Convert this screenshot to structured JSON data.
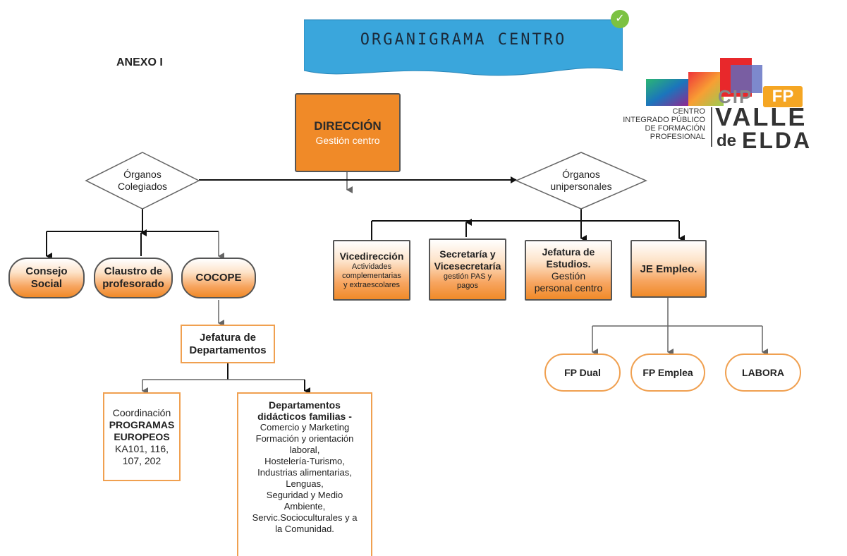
{
  "banner": {
    "title": "ORGANIGRAMA CENTRO"
  },
  "annex": "ANEXO I",
  "logo": {
    "cip": "CIP",
    "fp": "FP",
    "valle": "VALLE",
    "de": "de",
    "elda": "ELDA",
    "centro_lines": [
      "CENTRO",
      "INTEGRADO PÚBLICO",
      "DE FORMACIÓN",
      "PROFESIONAL"
    ]
  },
  "direccion": {
    "title": "DIRECCIÓN",
    "subtitle": "Gestión centro"
  },
  "organos_colegiados": {
    "line1": "Órganos",
    "line2": "Colegiados"
  },
  "organos_unipersonales": {
    "line1": "Órganos",
    "line2": "unipersonales"
  },
  "consejo": {
    "line1": "Consejo",
    "line2": "Social"
  },
  "claustro": {
    "line1": "Claustro de",
    "line2": "profesorado"
  },
  "cocope": {
    "label": "COCOPE"
  },
  "jefatura_dep": {
    "line1": "Jefatura de",
    "line2": "Departamentos"
  },
  "coordinacion": {
    "line1": "Coordinación",
    "line2": "PROGRAMAS",
    "line3": "EUROPEOS",
    "line4": "KA101, 116,",
    "line5": "107, 202"
  },
  "departamentos": {
    "title1": "Departamentos",
    "title2": "didácticos familias -",
    "items": [
      "Comercio y Marketing",
      "Formación y orientación",
      "laboral,",
      "Hostelería-Turismo,",
      "Industrias alimentarias,",
      "Lenguas,",
      "Seguridad y Medio",
      "Ambiente,",
      "Servic.Socioculturales y a",
      "la Comunidad."
    ]
  },
  "vicedireccion": {
    "title": "Vicedirección",
    "sub": [
      "Actividades",
      "complementarias",
      "y extraescolares"
    ]
  },
  "secretaria": {
    "title1": "Secretaría y",
    "title2": "Vicesecretaría",
    "sub": [
      "gestión PAS y",
      "pagos"
    ]
  },
  "jefatura_est": {
    "title1": "Jefatura de",
    "title2": "Estudios.",
    "sub": [
      "Gestión",
      "personal centro"
    ]
  },
  "je_empleo": {
    "label": "JE Empleo."
  },
  "fp_dual": {
    "label": "FP Dual"
  },
  "fp_emplea": {
    "label": "FP Emplea"
  },
  "labora": {
    "label": "LABORA"
  },
  "colors": {
    "banner": "#3aa6dc",
    "orange": "#f08a28",
    "outline_orange": "#f0a050",
    "check": "#7cc242"
  }
}
